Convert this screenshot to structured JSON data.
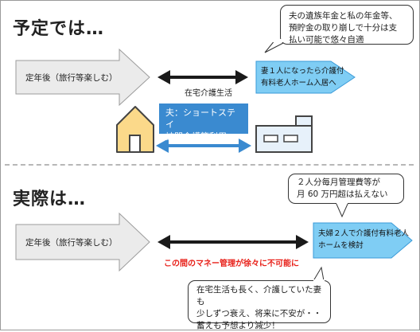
{
  "colors": {
    "arrow_gray": "#ebebeb",
    "arrow_gray_border": "#9b9b9b",
    "arrow_blue": "#7fcdf4",
    "arrow_blue_border": "#3a9ad8",
    "accent_blue": "#3a8ad0",
    "red": "#e8211a",
    "house_fill": "#fbd98a",
    "house_border": "#444444"
  },
  "plan": {
    "heading": "予定では…",
    "bubble_lines": [
      "夫の遺族年金と私の年金等、",
      "預貯金の取り崩しで十分は支",
      "払い可能で悠々自適"
    ],
    "left_arrow_label": "定年後（旅行等楽しむ）",
    "middle_label": "在宅介護生活",
    "right_arrow_lines": [
      "妻１人になったら介護付",
      "有料老人ホーム入居へ"
    ],
    "service_box_lines": [
      "夫：ショートステイ",
      "訪問介護等利用"
    ]
  },
  "reality": {
    "heading": "実際は…",
    "bubble_top_lines": [
      "２人分毎月管理費等が",
      "月 60 万円超は払えない"
    ],
    "left_arrow_label": "定年後（旅行等楽しむ）",
    "right_arrow_lines": [
      "夫婦２人で介護付有料老人",
      "ホームを検討"
    ],
    "red_label": "この間のマネー管理が徐々に不可能に",
    "bubble_bottom_lines": [
      "在宅生活も長く、介護していた妻も",
      "少しずつ衰え、将来に不安が・・",
      "蓄えも予想より減少！"
    ]
  },
  "icons": {
    "house": "house-icon",
    "facility": "care-facility-icon",
    "double_arrow": "double-headed-arrow-icon"
  }
}
